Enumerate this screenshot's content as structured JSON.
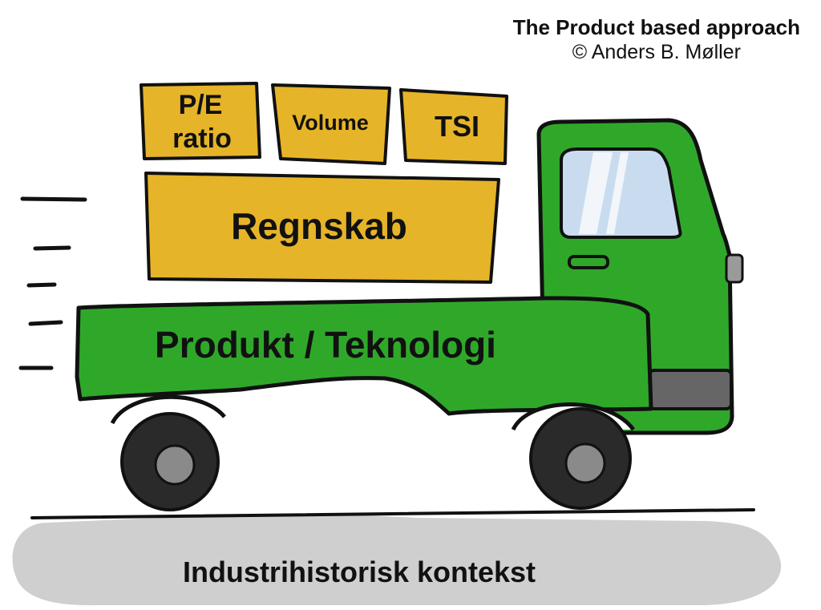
{
  "header": {
    "title": "The Product based approach",
    "credit": "© Anders B. Møller"
  },
  "cargo": {
    "box_pe_line1": "P/E",
    "box_pe_line2": "ratio",
    "box_volume": "Volume",
    "box_tsi": "TSI",
    "box_regnskab": "Regnskab"
  },
  "truck": {
    "body_label": "Produkt / Teknologi"
  },
  "ground": {
    "label": "Industrihistorisk kontekst"
  },
  "colors": {
    "truck_green": "#2fa82a",
    "box_yellow": "#e6b428",
    "ground_gray": "#cfcfcf",
    "outline": "#111111"
  }
}
